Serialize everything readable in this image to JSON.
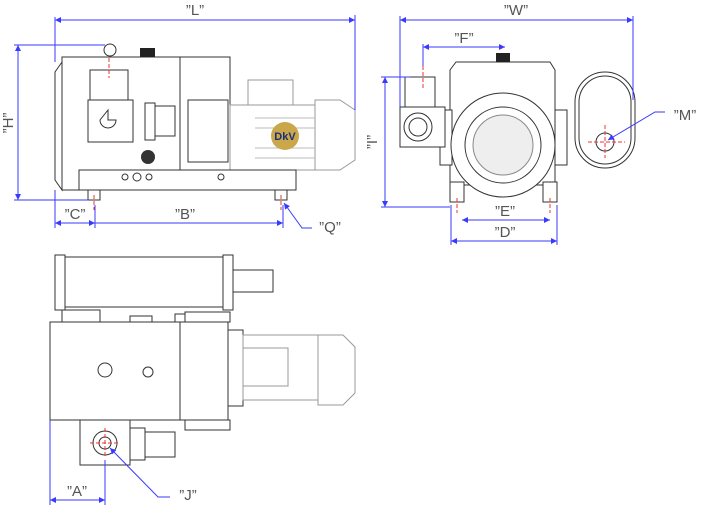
{
  "drawing": {
    "logo_text": "DkV",
    "colors": {
      "dimension": "#3a3aff",
      "centerline": "#e33333",
      "outline": "#333333"
    },
    "side_view": {
      "length_label": "”L”",
      "height_label": "”H”",
      "c_label": "”C”",
      "b_label": "”B”",
      "q_label": "”Q”"
    },
    "front_view": {
      "width_label": "”W”",
      "f_label": "”F”",
      "i_label": "”I”",
      "m_label": "”M”",
      "e_label": "”E”",
      "d_label": "”D”"
    },
    "top_view": {
      "a_label": "”A”",
      "j_label": "”J”"
    }
  }
}
